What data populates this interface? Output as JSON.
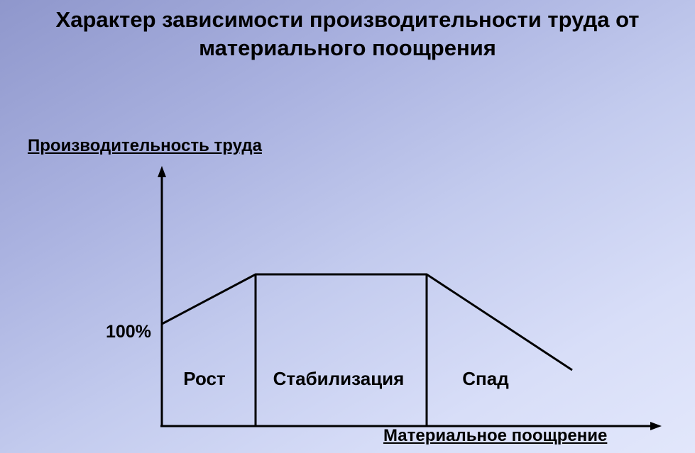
{
  "title": {
    "line1": "Характер зависимости производительности труда от",
    "line2": "материального поощрения"
  },
  "axes": {
    "y_label": "Производительность труда",
    "x_label": "Материальное поощрение",
    "y_tick": "100%"
  },
  "phases": [
    {
      "label": "Рост"
    },
    {
      "label": "Стабилизация"
    },
    {
      "label": "Спад"
    }
  ]
}
